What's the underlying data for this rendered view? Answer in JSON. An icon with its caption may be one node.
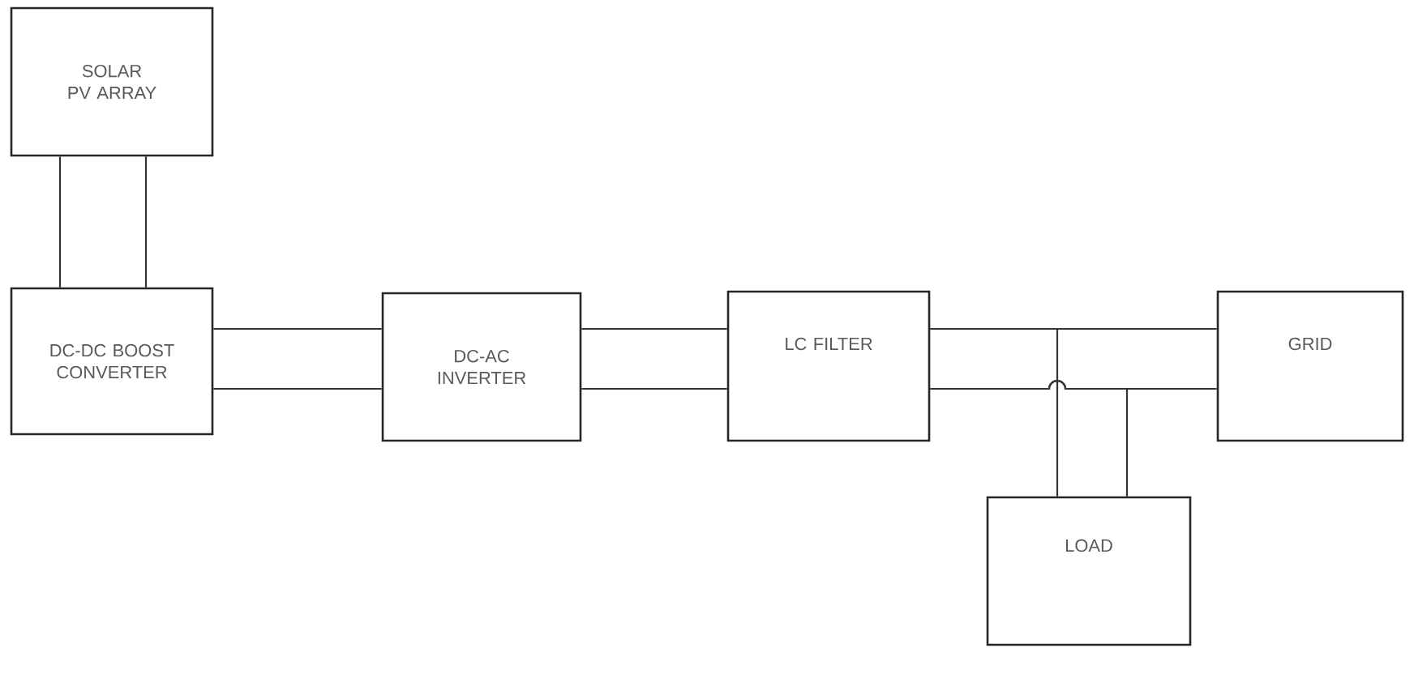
{
  "diagram": {
    "nodes": [
      {
        "text": [
          "SOLAR PV ARRAY"
        ]
      },
      {
        "text": [
          "DC-DC BOOST CONVERTER"
        ]
      },
      {
        "text": [
          "DC-AC INVERTER"
        ]
      },
      {
        "text": [
          "LC FILTER"
        ]
      },
      {
        "text": [
          "GRID"
        ]
      },
      {
        "text": [
          "LOAD"
        ]
      }
    ],
    "edges": [
      {
        "from": 0,
        "to": 1,
        "arrow": "none"
      },
      {
        "from": 0,
        "to": 1,
        "arrow": "none"
      },
      {
        "from": 1,
        "to": 2,
        "arrow": "none"
      },
      {
        "from": 1,
        "to": 2,
        "arrow": "none"
      },
      {
        "from": 2,
        "to": 3,
        "arrow": "none"
      },
      {
        "from": 2,
        "to": 3,
        "arrow": "none"
      },
      {
        "from": 3,
        "to": 4,
        "arrow": "none"
      },
      {
        "from": 3,
        "to": 4,
        "arrow": "none"
      },
      {
        "from": 3,
        "to": 5,
        "arrow": "none"
      },
      {
        "from": 3,
        "to": 5,
        "arrow": "none"
      }
    ]
  }
}
